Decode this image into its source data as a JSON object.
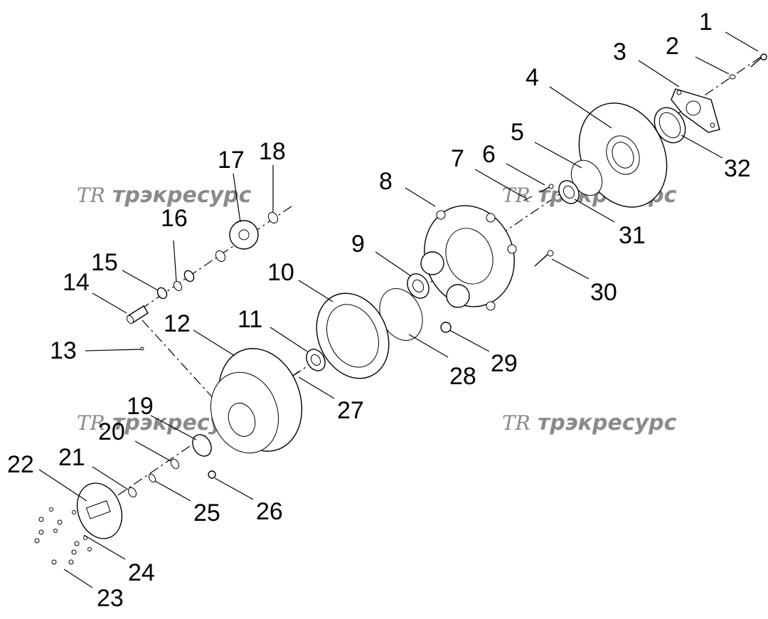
{
  "watermark": {
    "text": "трэкресурс",
    "logo": "TR"
  },
  "callouts": [
    "1",
    "2",
    "3",
    "4",
    "5",
    "6",
    "7",
    "8",
    "9",
    "10",
    "11",
    "12",
    "13",
    "14",
    "15",
    "16",
    "17",
    "18",
    "19",
    "20",
    "21",
    "22",
    "23",
    "24",
    "25",
    "26",
    "27",
    "28",
    "29",
    "30",
    "31",
    "32"
  ]
}
